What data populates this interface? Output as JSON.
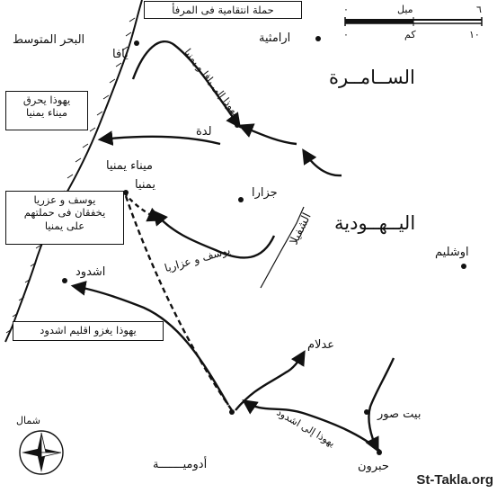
{
  "colors": {
    "ink": "#111111",
    "paper": "#ffffff"
  },
  "scale": {
    "mile_label": "ميل",
    "km_label": "كم",
    "mile_start": "٠",
    "mile_end": "٦",
    "km_start": "٠",
    "km_end": "١٠"
  },
  "north": {
    "label": "شمال",
    "icon": "compass-rose-icon"
  },
  "labels": {
    "mediterranean": "البحر المتوسط",
    "arimathea": "ارامثية",
    "samaria": "الســامــرة",
    "joppa": "يافا",
    "lydda": "لدة",
    "jamnia_port": "ميناء يمنيا",
    "jamnia": "يمنيا",
    "gezer": "جزارا",
    "shephelah": "الشفيلا",
    "judea": "اليــهــودية",
    "jerusalem": "اوشليم",
    "azotus": "اشدود",
    "adullam": "عدلام",
    "bethzur": "بيت صور",
    "hebron": "حبرون",
    "idumea": "أدوميـــــــة"
  },
  "route_labels": {
    "judas_to_joppa": "يهوذا إلى يافا و يمنيا",
    "joseph_azarias": "يوسف و عزاريا",
    "judas_to_azotus": "يهوذا إلى اشدود"
  },
  "boxes": {
    "revenge": "حملة انتقامية فى المرفأ",
    "burn_port": [
      "يهوذا يحرق",
      "ميناء يمنيا"
    ],
    "joseph_fail": [
      "يوسف و عزريا",
      "يخفقان فى حملتهم",
      "على يمنيا"
    ],
    "azotus_invasion": "يهوذا يغزو اقليم اشدود"
  },
  "credit": "St-Takla.org"
}
